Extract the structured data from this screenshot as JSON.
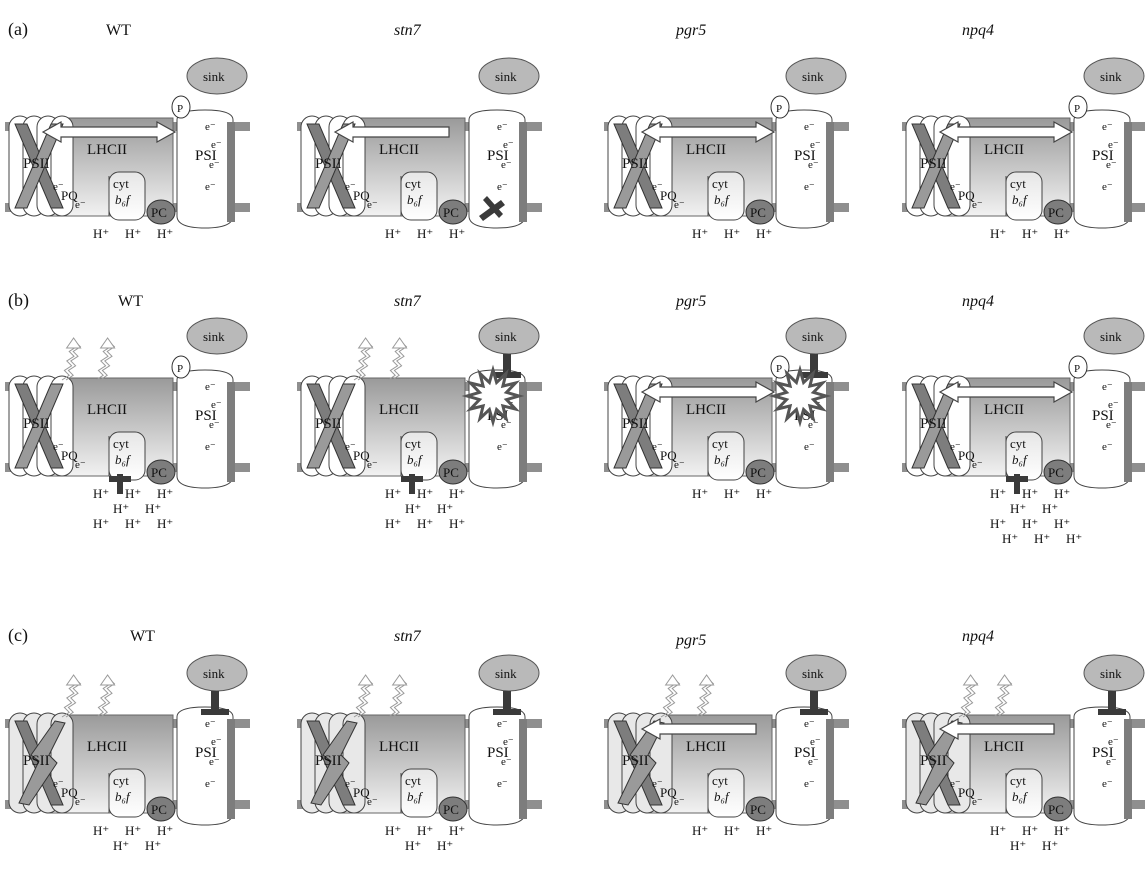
{
  "panel_labels": [
    "(a)",
    "(b)",
    "(c)"
  ],
  "columns": [
    "WT",
    "stn7",
    "pgr5",
    "npq4"
  ],
  "italic_columns": [
    false,
    true,
    true,
    true
  ],
  "labels": {
    "sink": "sink",
    "psii": "PSII",
    "lhcii": "LHCII",
    "psi": "PSI",
    "pq": "PQ",
    "cyt": "cyt",
    "b6f": "b₆f",
    "pc": "PC",
    "p": "P",
    "electron": "e⁻",
    "proton": "H⁺"
  },
  "colors": {
    "membrane": "#8f8f8f",
    "complex_fill": "#c9c9c9",
    "complex_dark": "#7d7d7d",
    "block": "#3a3a3a"
  },
  "diagrams": [
    {
      "row": 0,
      "col": 0,
      "arrow": "both",
      "blocks": [],
      "burst": false,
      "phos": true,
      "psii_damage": false,
      "wavy": 0,
      "protons": 3
    },
    {
      "row": 0,
      "col": 1,
      "arrow": "left",
      "blocks": [
        "psi-acceptor"
      ],
      "burst": false,
      "phos": false,
      "psii_damage": false,
      "wavy": 0,
      "protons": 3
    },
    {
      "row": 0,
      "col": 2,
      "arrow": "both",
      "blocks": [],
      "burst": false,
      "phos": true,
      "psii_damage": false,
      "wavy": 0,
      "protons": 3
    },
    {
      "row": 0,
      "col": 3,
      "arrow": "both",
      "blocks": [],
      "burst": false,
      "phos": true,
      "psii_damage": false,
      "wavy": 0,
      "protons": 3
    },
    {
      "row": 1,
      "col": 0,
      "arrow": "none",
      "blocks": [
        "cyt"
      ],
      "burst": false,
      "phos": true,
      "psii_damage": false,
      "wavy": 2,
      "protons": 8
    },
    {
      "row": 1,
      "col": 1,
      "arrow": "none",
      "blocks": [
        "cyt",
        "sink"
      ],
      "burst": true,
      "phos": false,
      "psii_damage": false,
      "wavy": 2,
      "protons": 8
    },
    {
      "row": 1,
      "col": 2,
      "arrow": "both",
      "blocks": [
        "sink"
      ],
      "burst": true,
      "phos": true,
      "psii_damage": false,
      "wavy": 0,
      "protons": 3
    },
    {
      "row": 1,
      "col": 3,
      "arrow": "both",
      "blocks": [
        "cyt"
      ],
      "burst": false,
      "phos": true,
      "psii_damage": false,
      "wavy": 0,
      "protons": 11
    },
    {
      "row": 2,
      "col": 0,
      "arrow": "none",
      "blocks": [
        "sink"
      ],
      "burst": false,
      "phos": false,
      "psii_damage": true,
      "wavy": 2,
      "protons": 5
    },
    {
      "row": 2,
      "col": 1,
      "arrow": "none",
      "blocks": [
        "sink"
      ],
      "burst": false,
      "phos": false,
      "psii_damage": true,
      "wavy": 2,
      "protons": 5
    },
    {
      "row": 2,
      "col": 2,
      "arrow": "left",
      "blocks": [
        "sink"
      ],
      "burst": false,
      "phos": false,
      "psii_damage": true,
      "wavy": 2,
      "protons": 3
    },
    {
      "row": 2,
      "col": 3,
      "arrow": "left",
      "blocks": [
        "sink"
      ],
      "burst": false,
      "phos": false,
      "psii_damage": true,
      "wavy": 2,
      "protons": 5
    }
  ]
}
